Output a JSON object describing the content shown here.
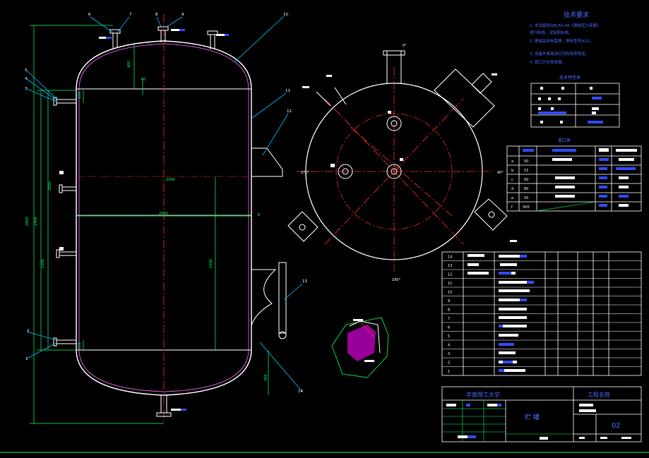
{
  "colors": {
    "background": "#000000",
    "vessel_line": "#ffffff",
    "vessel_inner": "#ff66ff",
    "centerline": "#ff2a2a",
    "dimension": "#00ff66",
    "leader": "#00bfff",
    "notes": "#4a6bff",
    "hatch": "#ff00ff"
  },
  "notes": {
    "title": "技术要求",
    "lines": [
      "1. 本设备按GB150-98《钢制压力容器》",
      "   进行制造、试验和验收。",
      "2. 焊接采用电弧焊，焊条型号J422。",
      "3. 设备外表面涂红丹防锈漆两道。",
      "4. 管口方位按本图。"
    ]
  },
  "design_table": {
    "title": "技术特性表"
  },
  "nozzle_table": {
    "title": "管口表",
    "rows": [
      {
        "mark": "a",
        "dn": "50"
      },
      {
        "mark": "b",
        "dn": "15"
      },
      {
        "mark": "c",
        "dn": "50"
      },
      {
        "mark": "d",
        "dn": "80"
      },
      {
        "mark": "e",
        "dn": "50"
      },
      {
        "mark": "f",
        "dn": "500"
      }
    ]
  },
  "callouts": [
    "1",
    "2",
    "3",
    "4",
    "5",
    "6",
    "7",
    "8",
    "9",
    "10",
    "11",
    "12",
    "13",
    "14"
  ],
  "bom": {
    "rows": [
      "14",
      "13",
      "12",
      "11",
      "10",
      "9",
      "8",
      "7",
      "6",
      "5",
      "4",
      "3",
      "2",
      "1"
    ]
  },
  "title_block": {
    "school": "华南理工大学",
    "project": "工程名称",
    "drawing_name": "贮  罐",
    "drawing_no": "02"
  },
  "angles": {
    "top": "0°",
    "right": "90°",
    "bottom": "180°",
    "left": "270°"
  }
}
